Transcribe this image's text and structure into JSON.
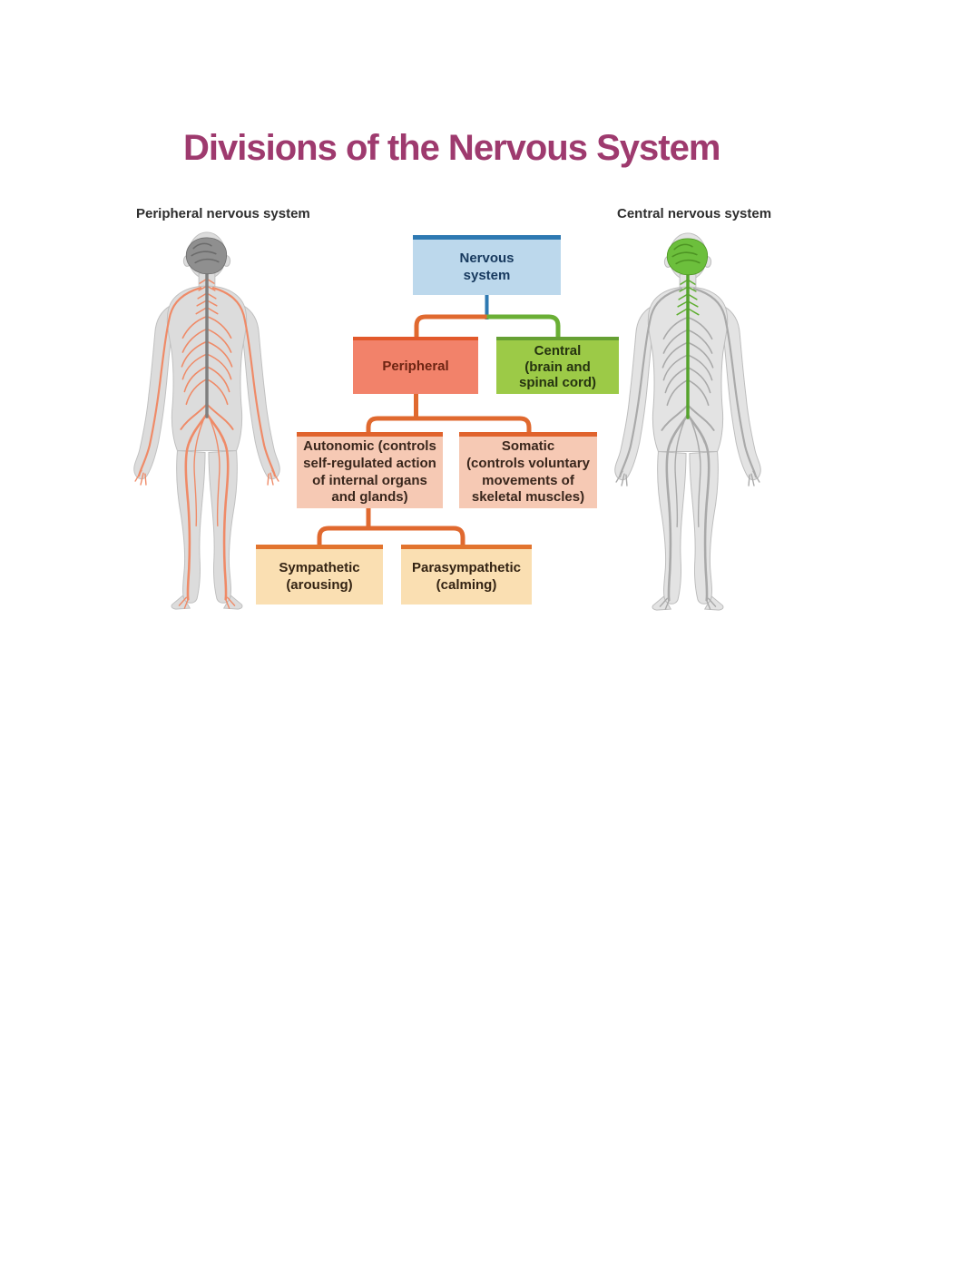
{
  "page": {
    "title": "Divisions of the Nervous System",
    "title_color": "#9e3a6e",
    "background": "#ffffff"
  },
  "figure_labels": {
    "peripheral": "Peripheral nervous system",
    "central": "Central nervous system"
  },
  "figures": {
    "left": {
      "name": "peripheral-nerves-body-figure",
      "highlight_color": "#ef8a67",
      "body_color": "#dcdcdc"
    },
    "right": {
      "name": "central-nerves-body-figure",
      "highlight_color": "#5fae31",
      "body_color": "#e3e3e3"
    }
  },
  "flowchart": {
    "nodes": {
      "nervous": {
        "label": "Nervous\nsystem",
        "fill": "#bcd8ec",
        "accent": "#2e79b2",
        "text_color": "#17395e"
      },
      "peripheral": {
        "label": "Peripheral",
        "fill": "#f2826a",
        "accent": "#e2592b",
        "text_color": "#6d2412"
      },
      "central": {
        "label": "Central\n(brain and\nspinal cord)",
        "fill": "#9cca47",
        "accent": "#66a033",
        "text_color": "#253310"
      },
      "autonomic": {
        "label": "Autonomic (controls\nself-regulated action\nof internal organs\nand glands)",
        "fill": "#f6c9b4",
        "accent": "#e0632d",
        "text_color": "#39261c"
      },
      "somatic": {
        "label": "Somatic\n(controls voluntary\nmovements of\nskeletal muscles)",
        "fill": "#f6c9b4",
        "accent": "#e0632d",
        "text_color": "#39261c"
      },
      "sympathetic": {
        "label": "Sympathetic\n(arousing)",
        "fill": "#fadfb2",
        "accent": "#e2742e",
        "text_color": "#332313"
      },
      "parasympathetic": {
        "label": "Parasympathetic\n(calming)",
        "fill": "#fadfb2",
        "accent": "#e2742e",
        "text_color": "#332313"
      }
    },
    "connector_colors": {
      "blue": "#2e79b2",
      "orange": "#e0692f",
      "green": "#6aaf35"
    }
  }
}
